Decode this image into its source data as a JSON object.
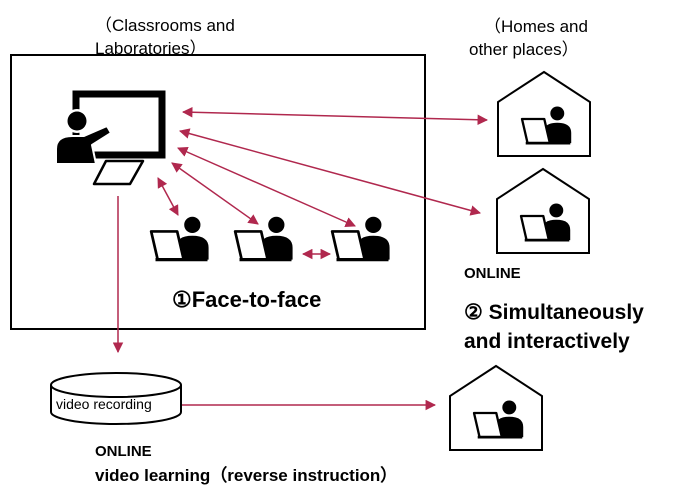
{
  "labels": {
    "classroom_line1": "（Classrooms and",
    "classroom_line2": "Laboratories）",
    "homes_line1": "（Homes and",
    "homes_line2": "other places）",
    "face_to_face": "①Face-to-face",
    "online_upper": "ONLINE",
    "simultaneous_line1": "② Simultaneously",
    "simultaneous_line2": "and  interactively",
    "video_recording": "video recording",
    "online_lower": "ONLINE",
    "video_learning": "video learning（reverse instruction）"
  },
  "colors": {
    "arrow": "#b0284e",
    "icon": "#000000",
    "background": "#ffffff"
  },
  "icons": [
    "teacher-at-board-icon",
    "student-at-laptop-icon",
    "house-with-student-icon",
    "database-cylinder-icon"
  ]
}
